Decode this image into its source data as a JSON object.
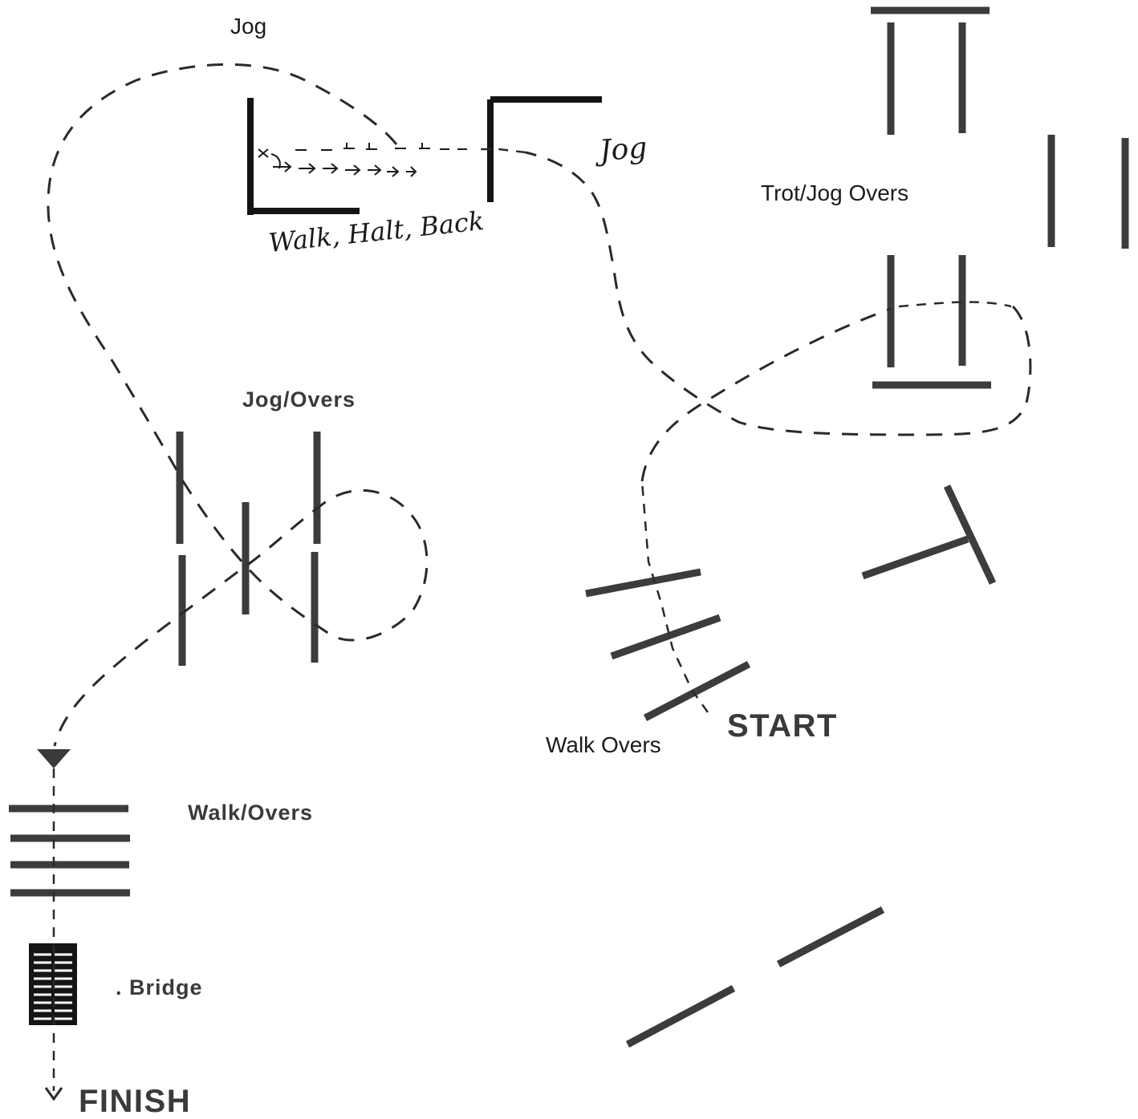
{
  "labels": {
    "jog_top": "Jog",
    "jog_handwritten": "Jog",
    "walk_halt_back": "Walk, Halt, Back",
    "trot_jog_overs": "Trot/Jog Overs",
    "jog_overs": "Jog/Overs",
    "walk_overs_right": "Walk Overs",
    "start": "START",
    "walk_overs_left": "Walk/Overs",
    "bridge": ". Bridge",
    "finish": "FINISH"
  },
  "colors": {
    "poles": "#3c3c3c",
    "rails": "#141414",
    "route": "#2a2a2a",
    "text": "#1c1c1c",
    "background": "#ffffff"
  }
}
